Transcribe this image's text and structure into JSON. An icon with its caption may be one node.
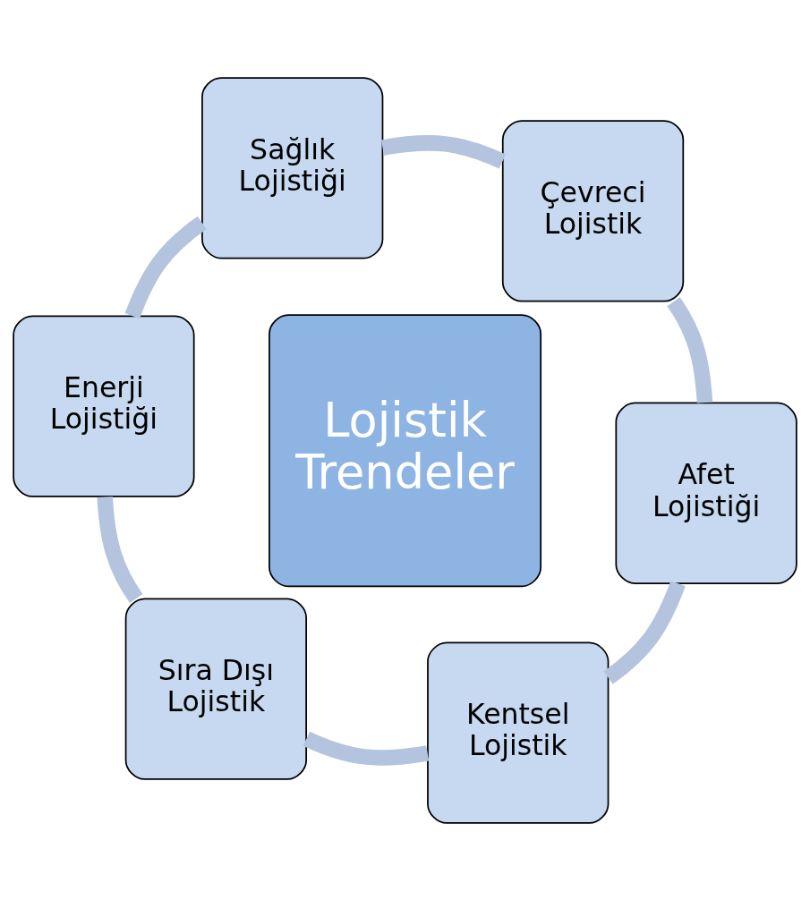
{
  "diagram": {
    "nodes": [
      {
        "text": [
          "Lojistik Trendeler"
        ]
      },
      {
        "text": [
          "Kentsel Lojistik"
        ]
      },
      {
        "text": [
          "Afet Lojistiği"
        ]
      },
      {
        "text": [
          "Çevreci Lojistik"
        ]
      },
      {
        "text": [
          "Sağlık Lojistiği"
        ]
      },
      {
        "text": [
          "Enerji Lojistiği"
        ]
      },
      {
        "text": [
          "Sıra Dışı Lojistik"
        ]
      }
    ],
    "edges": [
      {
        "from": 1,
        "to": 2,
        "arrow": "none"
      },
      {
        "from": 2,
        "to": 3,
        "arrow": "none"
      },
      {
        "from": 3,
        "to": 4,
        "arrow": "none"
      },
      {
        "from": 4,
        "to": 5,
        "arrow": "none"
      },
      {
        "from": 5,
        "to": 6,
        "arrow": "none"
      },
      {
        "from": 6,
        "to": 1,
        "arrow": "none"
      }
    ]
  }
}
